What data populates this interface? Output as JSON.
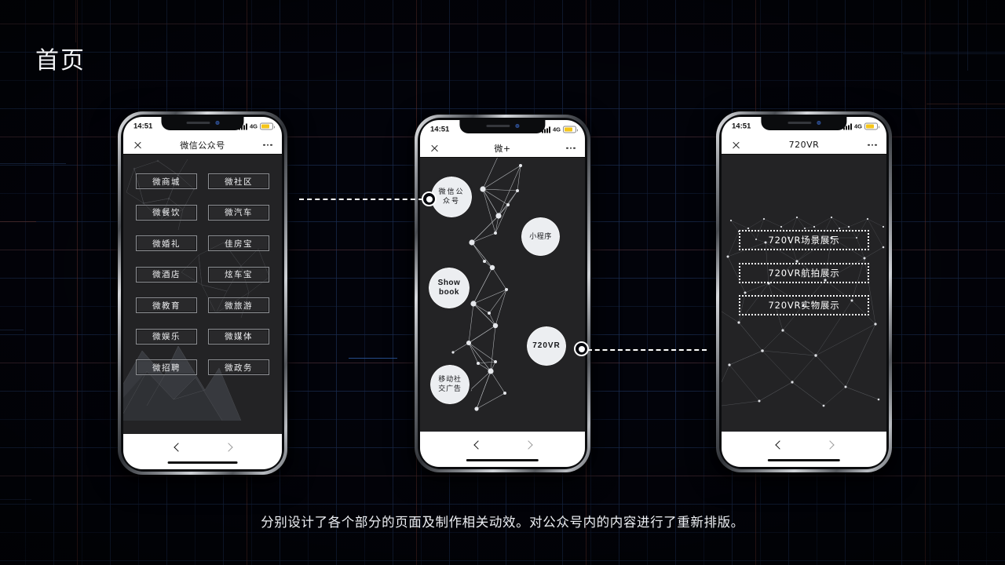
{
  "page": {
    "title": "首页",
    "caption": "分别设计了各个部分的页面及制作相关动效。对公众号内的内容进行了重新排版。",
    "background_color": "#02030a",
    "grid_color": "#1a2a4a",
    "accent_color": "#ffffff"
  },
  "status_bar": {
    "time": "14:51",
    "network": "4G",
    "battery_color": "#f5c518"
  },
  "phones": [
    {
      "id": "phone-wechat-official",
      "nav": {
        "title": "微信公众号",
        "close_icon": "close-icon",
        "more_icon": "more-dots-icon"
      },
      "buttons": [
        "微商城",
        "微社区",
        "微餐饮",
        "微汽车",
        "微婚礼",
        "佳房宝",
        "微酒店",
        "炫车宝",
        "微教育",
        "微旅游",
        "微娱乐",
        "微媒体",
        "微招聘",
        "微政务"
      ],
      "footer": {
        "prev_icon": "chevron-left-icon",
        "next_icon": "chevron-right-icon"
      }
    },
    {
      "id": "phone-weiplus",
      "nav": {
        "title": "微+",
        "close_icon": "close-icon",
        "more_icon": "more-dots-icon"
      },
      "nodes": [
        {
          "label": "微信公众号",
          "latin": false
        },
        {
          "label": "小程序",
          "latin": false
        },
        {
          "label": "Show book",
          "latin": true
        },
        {
          "label": "720VR",
          "latin": true
        },
        {
          "label": "移动社交广告",
          "latin": false
        }
      ],
      "footer": {
        "prev_icon": "chevron-left-icon",
        "next_icon": "chevron-right-icon"
      }
    },
    {
      "id": "phone-720vr",
      "nav": {
        "title": "720VR",
        "close_icon": "close-icon",
        "more_icon": "more-dots-icon"
      },
      "buttons": [
        "720VR场景展示",
        "720VR航拍展示",
        "720VR实物展示"
      ],
      "footer": {
        "prev_icon": "chevron-left-icon",
        "next_icon": "chevron-right-icon"
      }
    }
  ],
  "connectors": [
    {
      "name": "connector-left",
      "from": "phone-wechat-official",
      "to": "node-wechat-official"
    },
    {
      "name": "connector-right",
      "from": "node-720vr",
      "to": "phone-720vr"
    }
  ]
}
